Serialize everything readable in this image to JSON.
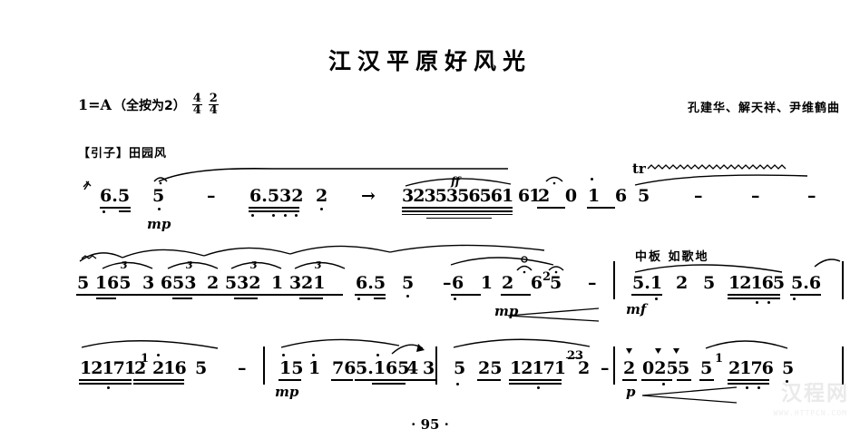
{
  "document": {
    "title": "江汉平原好风光",
    "key_signature": "1=A",
    "key_note": "（全按为2）",
    "time_sig_1_num": "4",
    "time_sig_1_den": "4",
    "time_sig_2_num": "2",
    "time_sig_2_den": "4",
    "credits": "孔建华、解天祥、尹维鹤曲",
    "section_mark": "【引子】田园风",
    "tempo_mark": "中板  如歌地",
    "page_number": "95",
    "watermark_text": "汉程网",
    "watermark_url": "WWW.HTTPCN.COM"
  },
  "chart_data": {
    "type": "table",
    "title": "江汉平原好风光 — 笛子曲谱 (jianpu numbered notation)",
    "notation": "jianpu",
    "key": "1=A",
    "time_signatures": [
      "4/4",
      "2/4"
    ],
    "systems": [
      {
        "index": 1,
        "label": "引子 (Introduction) — 田园风",
        "measures": [
          {
            "notes": "6.5",
            "extras": "grace note, underline (eighths), dots below"
          },
          {
            "notes": "5",
            "extras": "fermata, mp"
          },
          {
            "notes": "-"
          },
          {
            "notes": "6.532",
            "extras": "beamed sixteenths, dots below"
          },
          {
            "notes": "2"
          },
          {
            "notes": "3235356561 61",
            "extras": "ff, 32nd-note run, slur"
          },
          {
            "notes": "2 0",
            "extras": "fermata over 0"
          },
          {
            "notes": "1 6",
            "extras": "beamed"
          },
          {
            "notes": "5 - - -",
            "extras": "tr trill with wavy line"
          }
        ]
      },
      {
        "index": 2,
        "measures": [
          {
            "notes": "5 165",
            "extras": "triplet 3, slur"
          },
          {
            "notes": "3 653",
            "extras": "triplet 3, slur"
          },
          {
            "notes": "2 532",
            "extras": "triplet 3, slur"
          },
          {
            "notes": "1 321",
            "extras": "triplet 3, slur"
          },
          {
            "notes": "6.5",
            "extras": "dots below"
          },
          {
            "notes": "5"
          },
          {
            "notes": "-"
          },
          {
            "notes": "6 1",
            "extras": "beamed"
          },
          {
            "notes": "2 6",
            "extras": "beamed, fermata + circle over 6, mp"
          },
          {
            "notes": "5",
            "extras": "fermata, grace"
          },
          {
            "notes": "-",
            "extras": "crescendo hairpin"
          },
          {
            "notes": "5.1 2 5 12165 5.6",
            "extras": "mf, 中板 如歌地"
          }
        ]
      },
      {
        "index": 3,
        "measures": [
          {
            "notes": "12171",
            "extras": "beamed sixteenths, slur"
          },
          {
            "notes": "2 216",
            "extras": "grace note 1, beamed"
          },
          {
            "notes": "5"
          },
          {
            "notes": "-"
          },
          {
            "notes": "15 1",
            "extras": "mp, dots above"
          },
          {
            "notes": "76 5.165 4 3",
            "extras": "beamed, slur with arrow"
          },
          {
            "notes": "5 25 12171 23 2",
            "extras": "beamed, slur"
          },
          {
            "notes": "-"
          },
          {
            "notes": "2 025 5 5 2176 5",
            "extras": "p, staccato wedges, grace 1, crescendo"
          }
        ]
      }
    ]
  },
  "lines": {
    "l1": {
      "n1": "6.5",
      "n2": "5",
      "d1": "–",
      "n3": "6.532",
      "n4": "2",
      "arrow": "→",
      "run": "3235356561 61",
      "ff": "ff",
      "n5": "2 0",
      "n6": "1 6",
      "tr": "tr",
      "n7": "5",
      "d2": "–",
      "d3": "–",
      "d4": "–",
      "mp": "mp"
    },
    "l2": {
      "t1": "5 165",
      "t2": "3 653",
      "t3": "2 532",
      "t4": "1 321",
      "trip": "3",
      "n1": "6.5",
      "n2": "5",
      "d1": "–",
      "n3": "6 1",
      "n4": "2 6",
      "n5": "5",
      "d2": "–",
      "mp": "mp",
      "mf": "mf",
      "m1": "5.1",
      "m2": "2",
      "m3": "5",
      "m4": "12165",
      "m5": "5.6"
    },
    "l3": {
      "n1": "12171",
      "g1": "1",
      "n2": "2",
      "n3": "216",
      "n4": "5",
      "d1": "–",
      "mp": "mp",
      "n5": "15",
      "n6": "1",
      "n7": "76",
      "n8": "5.165",
      "n9": "4",
      "n10": "3",
      "n11": "5",
      "n12": "25",
      "n13": "12171",
      "g2": "23",
      "n14": "2",
      "d2": "–",
      "p": "p",
      "n15": "2",
      "n16": "025",
      "n17": "5",
      "n18": "5",
      "g3": "1",
      "n19": "2176",
      "n20": "5"
    }
  }
}
